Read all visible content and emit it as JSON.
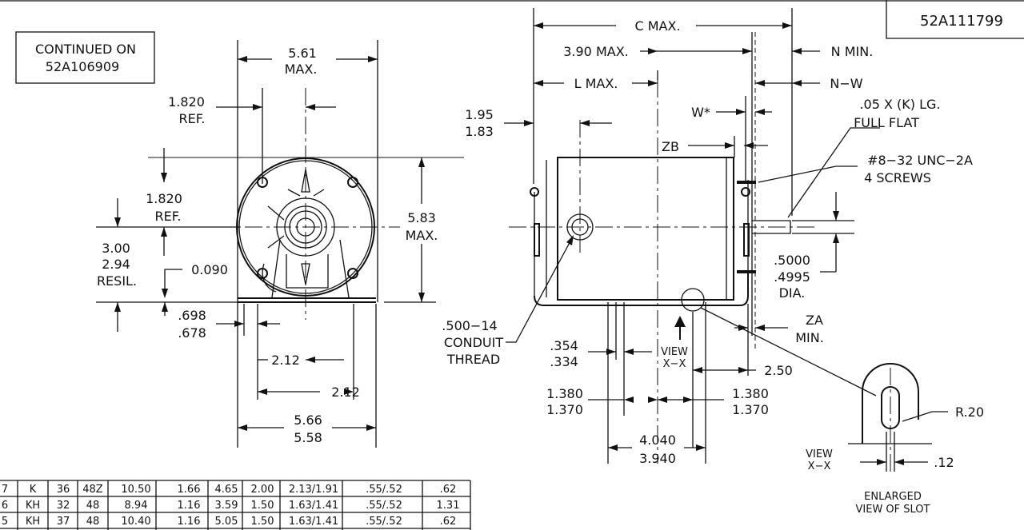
{
  "drawing_number": "52A111799",
  "note_box": {
    "line1": "CONTINUED ON",
    "line2": "52A106909"
  },
  "front_view": {
    "overall_width": {
      "value": "5.61",
      "suffix": "MAX."
    },
    "ref_top": {
      "value": "1.820",
      "suffix": "REF."
    },
    "ref_mid": {
      "value": "1.820",
      "suffix": "REF."
    },
    "resil": {
      "max": "3.00",
      "min": "2.94",
      "suffix": "RESIL."
    },
    "offset": "0.090",
    "height": {
      "value": "5.83",
      "suffix": "MAX."
    },
    "foot": {
      "max": ".698",
      "min": ".678"
    },
    "hole_a": "2.12",
    "hole_b": "2.12",
    "base": {
      "max": "5.66",
      "min": "5.58"
    }
  },
  "side_view": {
    "c_max": "C MAX.",
    "three_ninety": "3.90 MAX.",
    "l_max": "L MAX.",
    "n_min": "N MIN.",
    "n_w": "N−W",
    "w_star": "W*",
    "flat": {
      "line1": ".05 X (K) LG.",
      "line2": "FULL FLAT"
    },
    "zb": "ZB",
    "screws": {
      "line1": "#8−32 UNC−2A",
      "line2": "4 SCREWS"
    },
    "left_dim": {
      "max": "1.95",
      "min": "1.83"
    },
    "shaft": {
      "max": ".5000",
      "min": ".4995",
      "suffix": "DIA."
    },
    "conduit": {
      "line1": ".500−14",
      "line2": "CONDUIT",
      "line3": "THREAD"
    },
    "slot_w": {
      "max": ".354",
      "min": ".334"
    },
    "view_xx": {
      "line1": "VIEW",
      "line2": "X−X"
    },
    "za": {
      "line1": "ZA",
      "line2": "MIN."
    },
    "two_fifty": "2.50",
    "left_hole": {
      "max": "1.380",
      "min": "1.370"
    },
    "right_hole": {
      "max": "1.380",
      "min": "1.370"
    },
    "hole_span": {
      "max": "4.040",
      "min": "3.940"
    }
  },
  "slot_detail": {
    "radius": "R.20",
    "view": {
      "line1": "VIEW",
      "line2": "X−X"
    },
    "width": ".12",
    "caption": {
      "line1": "ENLARGED",
      "line2": "VIEW OF SLOT"
    }
  },
  "table": {
    "rows": [
      [
        "7",
        "K",
        "36",
        "48Z",
        "10.50",
        "1.66",
        "4.65",
        "2.00",
        "2.13/1.91",
        ".55/.52",
        ".62"
      ],
      [
        "6",
        "KH",
        "32",
        "48",
        "8.94",
        "1.16",
        "3.59",
        "1.50",
        "1.63/1.41",
        ".55/.52",
        "1.31"
      ],
      [
        "5",
        "KH",
        "37",
        "48",
        "10.40",
        "1.16",
        "5.05",
        "1.50",
        "1.63/1.41",
        ".55/.52",
        ".62"
      ]
    ]
  }
}
